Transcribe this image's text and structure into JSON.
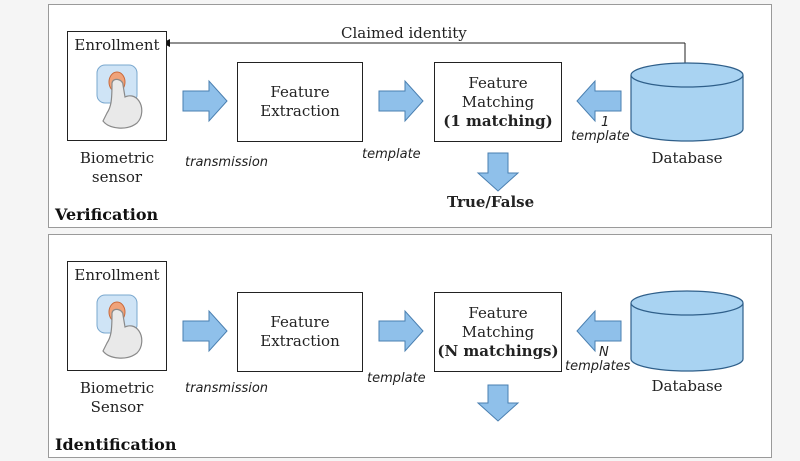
{
  "verification": {
    "title": "Verification",
    "enrollment_label": "Enrollment",
    "sensor_caption_line1": "Biometric",
    "sensor_caption_line2": "sensor",
    "extraction_line1": "Feature",
    "extraction_line2": "Extraction",
    "matching_line1": "Feature",
    "matching_line2": "Matching",
    "matching_line3": "(1 matching)",
    "database_label": "Database",
    "transmission_label": "transmission",
    "template_label": "template",
    "db_template_count": "1",
    "db_template_label": "template",
    "claimed_identity_label": "Claimed identity",
    "result_label": "True/False"
  },
  "identification": {
    "title": "Identification",
    "enrollment_label": "Enrollment",
    "sensor_caption_line1": "Biometric",
    "sensor_caption_line2": "Sensor",
    "extraction_line1": "Feature",
    "extraction_line2": "Extraction",
    "matching_line1": "Feature",
    "matching_line2": "Matching",
    "matching_line3": "(N matchings)",
    "database_label": "Database",
    "transmission_label": "transmission",
    "template_label": "template",
    "db_template_count": "N",
    "db_template_label": "templates"
  },
  "colors": {
    "arrow_fill": "#8fc0ea",
    "arrow_stroke": "#4a7fb0",
    "database_fill": "#a9d3f2",
    "database_stroke": "#2f5f8a"
  },
  "icons": [
    "fingerprint-touch-icon",
    "block-arrow-icon",
    "database-cylinder-icon"
  ]
}
